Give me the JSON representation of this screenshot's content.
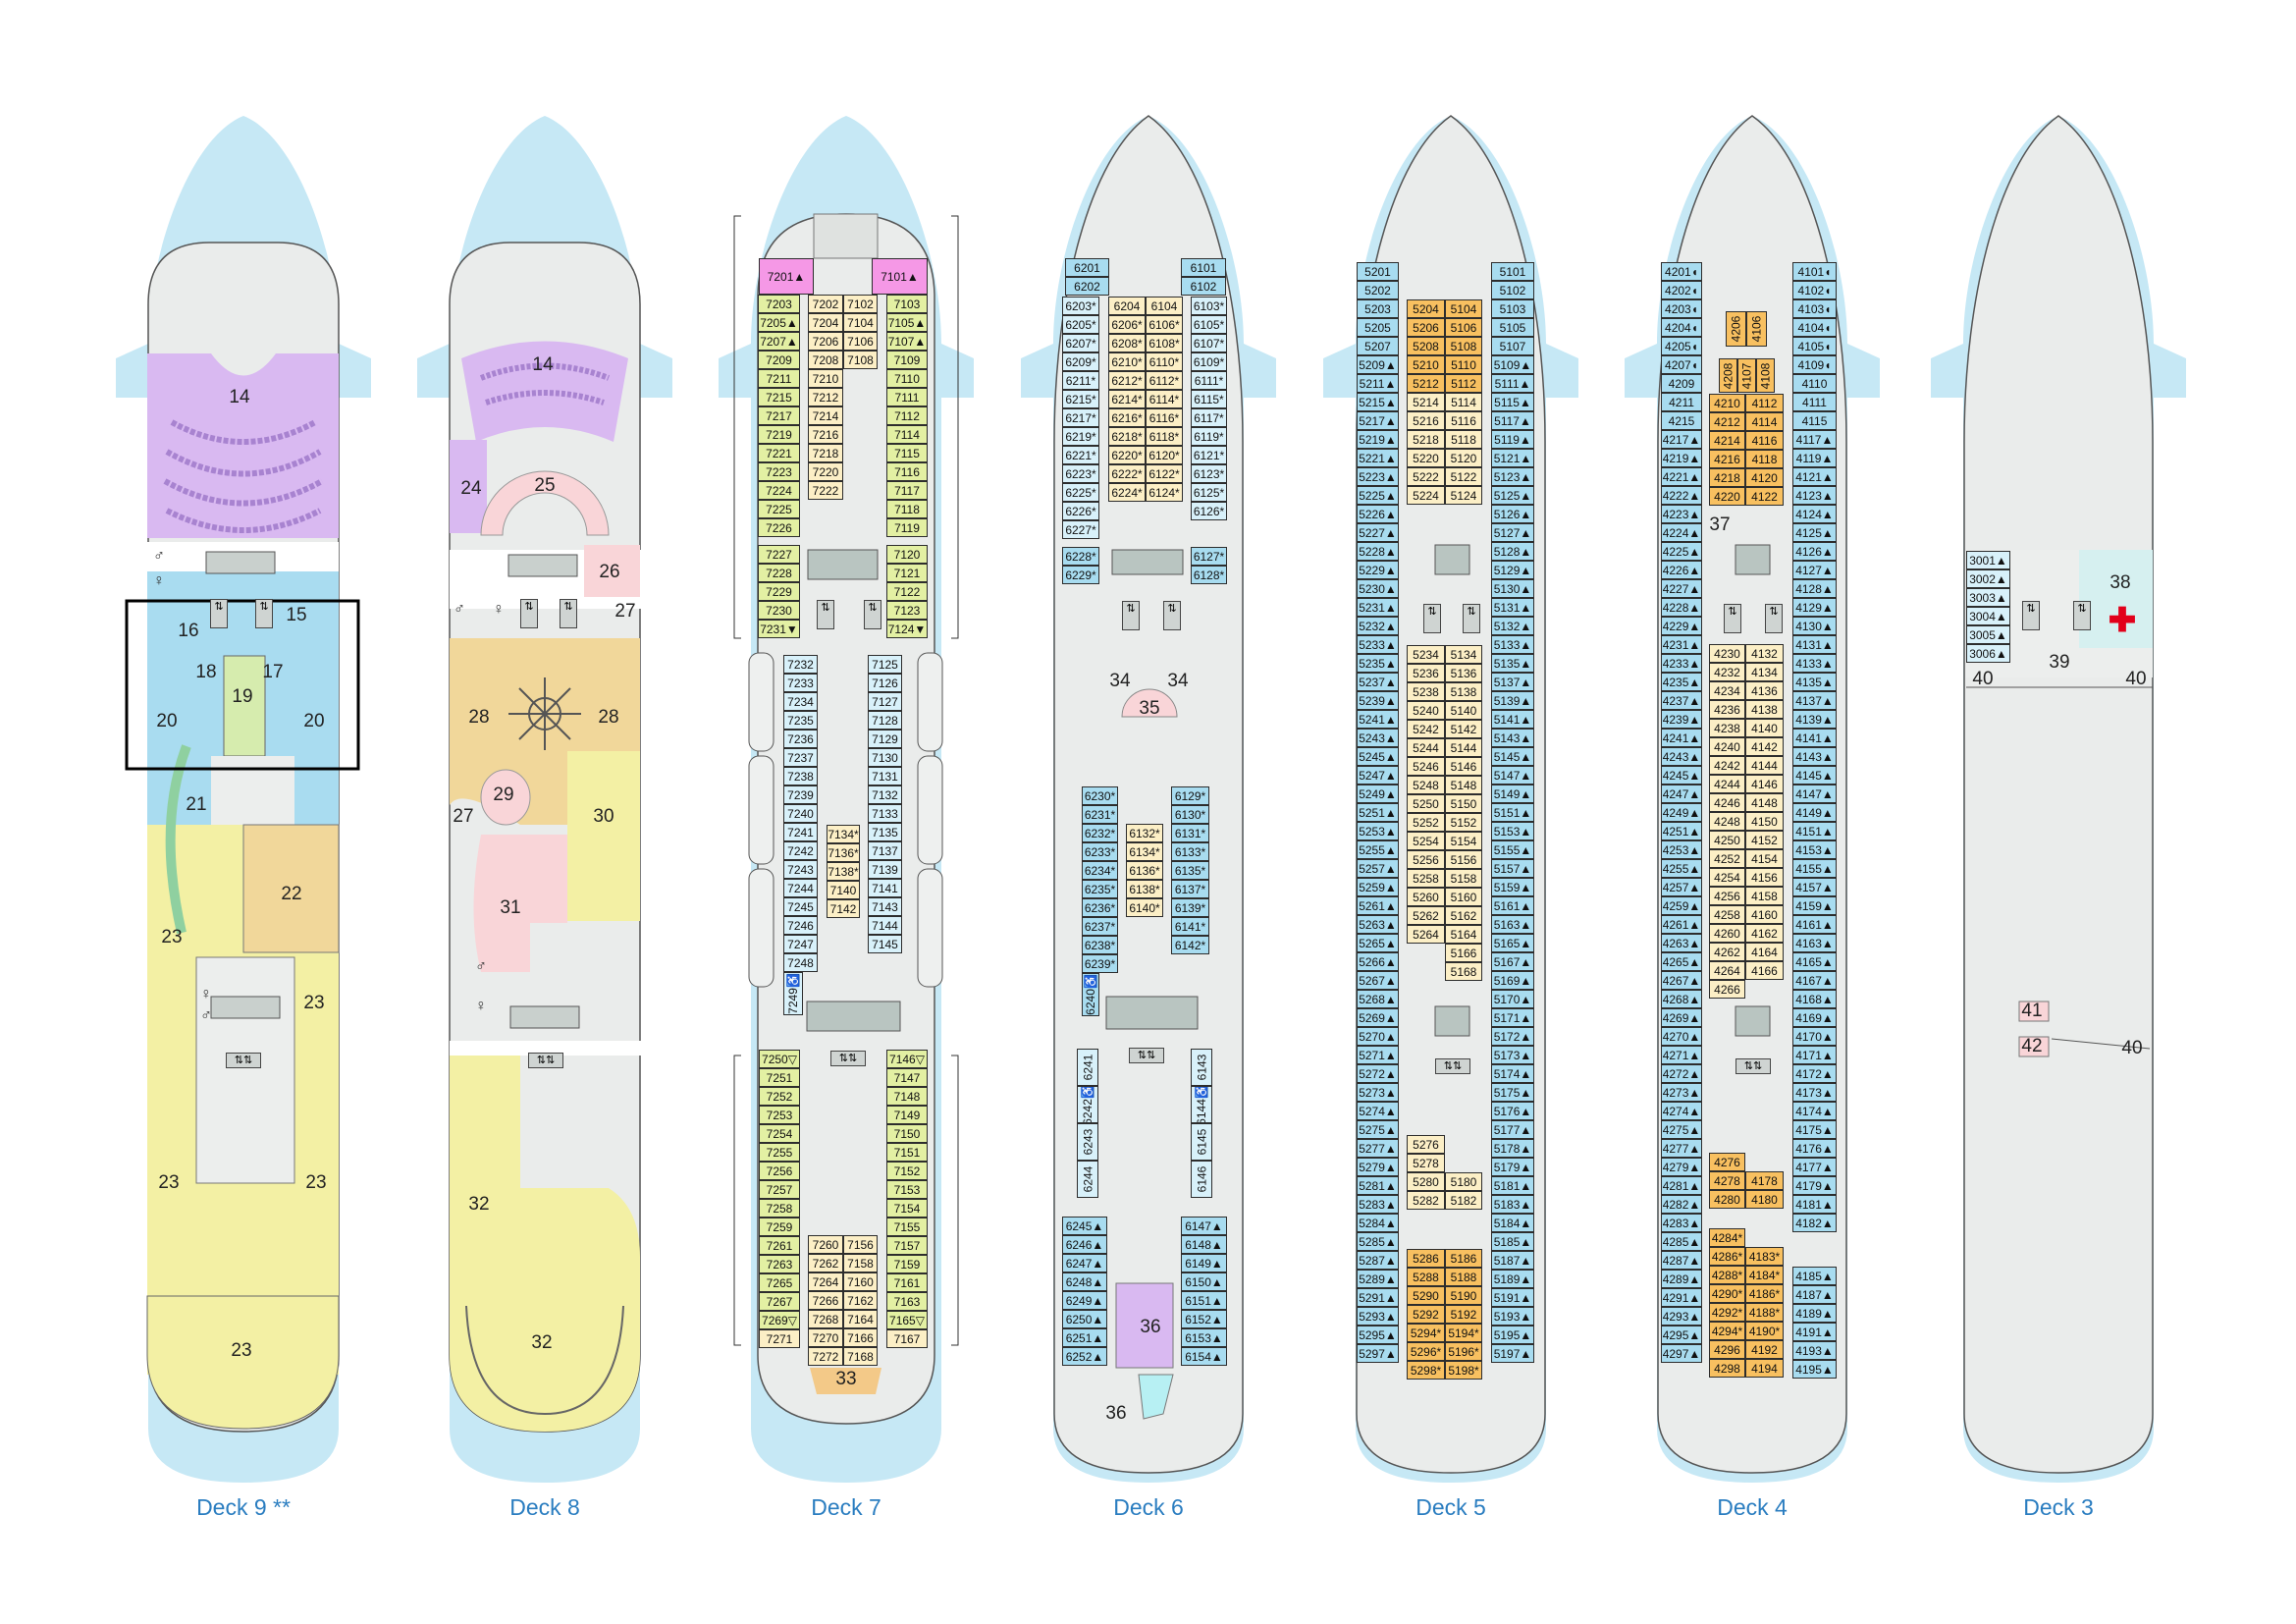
{
  "decks": [
    {
      "id": "d9",
      "label": "Deck 9 **",
      "areas": [
        "14",
        "15",
        "16",
        "17",
        "18",
        "19",
        "20",
        "20",
        "21",
        "22",
        "23",
        "23",
        "23",
        "23",
        "23"
      ]
    },
    {
      "id": "d8",
      "label": "Deck 8",
      "areas": [
        "14",
        "24",
        "25",
        "26",
        "27",
        "28",
        "28",
        "29",
        "27",
        "30",
        "31",
        "32",
        "32"
      ]
    },
    {
      "id": "d7",
      "label": "Deck 7",
      "areas": [
        "33"
      ]
    },
    {
      "id": "d6",
      "label": "Deck 6",
      "areas": [
        "34",
        "34",
        "35",
        "36",
        "36"
      ]
    },
    {
      "id": "d5",
      "label": "Deck 5",
      "areas": []
    },
    {
      "id": "d4",
      "label": "Deck 4",
      "areas": [
        "37"
      ]
    },
    {
      "id": "d3",
      "label": "Deck 3",
      "areas": [
        "38",
        "39",
        "40",
        "40",
        "41",
        "42",
        "40"
      ]
    }
  ],
  "cabins": {
    "d7_pink_p": [
      "7201▲"
    ],
    "d7_pink_s": [
      "7101▲"
    ],
    "d7_port_a1": [
      "7203",
      "7205▲",
      "7207▲",
      "7209",
      "7211",
      "7215",
      "7217",
      "7219",
      "7221",
      "7223",
      "7224",
      "7225",
      "7226"
    ],
    "d7_port_a2": [
      "7227",
      "7228",
      "7229",
      "7230",
      "7231▼"
    ],
    "d7_stbd_a1": [
      "7103",
      "7105▲",
      "7107▲",
      "7109",
      "7110",
      "7111",
      "7112",
      "7114",
      "7115",
      "7116",
      "7117",
      "7118",
      "7119"
    ],
    "d7_stbd_a2": [
      "7120",
      "7121",
      "7122",
      "7123",
      "7124▼"
    ],
    "d7_ctr_al": [
      "7202",
      "7204",
      "7206",
      "7208",
      "7210",
      "7212",
      "7214",
      "7216",
      "7218",
      "7220",
      "7222"
    ],
    "d7_ctr_ar": [
      "7102",
      "7104",
      "7106",
      "7108"
    ],
    "d7_port_b": [
      "7232",
      "7233",
      "7234",
      "7235",
      "7236",
      "7237",
      "7238",
      "7239",
      "7240",
      "7241",
      "7242",
      "7243",
      "7244",
      "7245",
      "7246",
      "7247",
      "7248"
    ],
    "d7_port_bv": [
      "7249♿"
    ],
    "d7_stbd_b": [
      "7125",
      "7126",
      "7127",
      "7128",
      "7129",
      "7130",
      "7131",
      "7132",
      "7133",
      "7135",
      "7137",
      "7139",
      "7141",
      "7143",
      "7144",
      "7145"
    ],
    "d7_ctr_b": [
      "7134*",
      "7136*",
      "7138*",
      "7140",
      "7142"
    ],
    "d7_port_c": [
      "7250▽",
      "7251",
      "7252",
      "7253",
      "7254",
      "7255",
      "7256",
      "7257",
      "7258",
      "7259",
      "7261",
      "7263",
      "7265",
      "7267",
      "7269▽"
    ],
    "d7_port_c2": [
      "7271"
    ],
    "d7_stbd_c": [
      "7146▽",
      "7147",
      "7148",
      "7149",
      "7150",
      "7151",
      "7152",
      "7153",
      "7154",
      "7155",
      "7157",
      "7159",
      "7161",
      "7163",
      "7165▽"
    ],
    "d7_stbd_c2": [
      "7167"
    ],
    "d7_ctr_cl": [
      "7260",
      "7262",
      "7264",
      "7266",
      "7268",
      "7270",
      "7272"
    ],
    "d7_ctr_cr": [
      "7156",
      "7158",
      "7160",
      "7162",
      "7164",
      "7166",
      "7168"
    ],
    "d6_top_p": [
      "6201",
      "6202"
    ],
    "d6_top_s": [
      "6101",
      "6102"
    ],
    "d6_port_a1": [
      "6203*",
      "6205*",
      "6207*",
      "6209*",
      "6211*",
      "6215*",
      "6217*",
      "6219*",
      "6221*",
      "6223*",
      "6225*",
      "6226*",
      "6227*"
    ],
    "d6_port_a2": [
      "6228*",
      "6229*"
    ],
    "d6_stbd_a1": [
      "6103*",
      "6105*",
      "6107*",
      "6109*",
      "6111*",
      "6115*",
      "6117*",
      "6119*",
      "6121*",
      "6123*",
      "6125*",
      "6126*"
    ],
    "d6_stbd_a2": [
      "6127*",
      "6128*"
    ],
    "d6_ctr_al": [
      "6204",
      "6206*",
      "6208*",
      "6210*",
      "6212*",
      "6214*",
      "6216*",
      "6218*",
      "6220*",
      "6222*",
      "6224*"
    ],
    "d6_ctr_ar": [
      "6104",
      "6106*",
      "6108*",
      "6110*",
      "6112*",
      "6114*",
      "6116*",
      "6118*",
      "6120*",
      "6122*",
      "6124*"
    ],
    "d6_port_b": [
      "6230*",
      "6231*",
      "6232*",
      "6233*",
      "6234*",
      "6235*",
      "6236*",
      "6237*",
      "6238*",
      "6239*"
    ],
    "d6_port_bv": [
      "6240♿"
    ],
    "d6_stbd_b": [
      "6129*",
      "6130*",
      "6131*",
      "6133*",
      "6135*",
      "6137*",
      "6139*",
      "6141*",
      "6142*"
    ],
    "d6_ctr_b": [
      "6132*",
      "6134*",
      "6136*",
      "6138*",
      "6140*"
    ],
    "d6_port_cv": [
      "6241",
      "6242♿",
      "6243",
      "6244"
    ],
    "d6_stbd_cv": [
      "6143",
      "6144♿",
      "6145",
      "6146"
    ],
    "d6_port_d": [
      "6245▲",
      "6246▲",
      "6247▲",
      "6248▲",
      "6249▲",
      "6250▲",
      "6251▲",
      "6252▲"
    ],
    "d6_stbd_d": [
      "6147▲",
      "6148▲",
      "6149▲",
      "6150▲",
      "6151▲",
      "6152▲",
      "6153▲",
      "6154▲"
    ],
    "d5_port": [
      "5201",
      "5202",
      "5203",
      "5205",
      "5207",
      "5209▲",
      "5211▲",
      "5215▲",
      "5217▲",
      "5219▲",
      "5221▲",
      "5223▲",
      "5225▲",
      "5226▲",
      "5227▲",
      "5228▲",
      "5229▲",
      "5230▲",
      "5231▲",
      "5232▲",
      "5233▲",
      "5235▲",
      "5237▲",
      "5239▲",
      "5241▲",
      "5243▲",
      "5245▲",
      "5247▲",
      "5249▲",
      "5251▲",
      "5253▲",
      "5255▲",
      "5257▲",
      "5259▲",
      "5261▲",
      "5263▲",
      "5265▲",
      "5266▲",
      "5267▲",
      "5268▲",
      "5269▲",
      "5270▲",
      "5271▲",
      "5272▲",
      "5273▲",
      "5274▲",
      "5275▲",
      "5277▲",
      "5279▲",
      "5281▲",
      "5283▲",
      "5284▲",
      "5285▲",
      "5287▲",
      "5289▲",
      "5291▲",
      "5293▲",
      "5295▲",
      "5297▲"
    ],
    "d5_stbd": [
      "5101",
      "5102",
      "5103",
      "5105",
      "5107",
      "5109▲",
      "5111▲",
      "5115▲",
      "5117▲",
      "5119▲",
      "5121▲",
      "5123▲",
      "5125▲",
      "5126▲",
      "5127▲",
      "5128▲",
      "5129▲",
      "5130▲",
      "5131▲",
      "5132▲",
      "5133▲",
      "5135▲",
      "5137▲",
      "5139▲",
      "5141▲",
      "5143▲",
      "5145▲",
      "5147▲",
      "5149▲",
      "5151▲",
      "5153▲",
      "5155▲",
      "5157▲",
      "5159▲",
      "5161▲",
      "5163▲",
      "5165▲",
      "5167▲",
      "5169▲",
      "5170▲",
      "5171▲",
      "5172▲",
      "5173▲",
      "5174▲",
      "5175▲",
      "5176▲",
      "5177▲",
      "5178▲",
      "5179▲",
      "5181▲",
      "5183▲",
      "5184▲",
      "5185▲",
      "5187▲",
      "5189▲",
      "5191▲",
      "5193▲",
      "5195▲",
      "5197▲"
    ],
    "d5_ctr_al_o": [
      "5204",
      "5206",
      "5208",
      "5210",
      "5212"
    ],
    "d5_ctr_ar_o": [
      "5104",
      "5106",
      "5108",
      "5110",
      "5112"
    ],
    "d5_ctr_al_c": [
      "5214",
      "5216",
      "5218",
      "5220",
      "5222",
      "5224"
    ],
    "d5_ctr_ar_c": [
      "5114",
      "5116",
      "5118",
      "5120",
      "5122",
      "5124"
    ],
    "d5_ctr_bl": [
      "5234",
      "5236",
      "5238",
      "5240",
      "5242",
      "5244",
      "5246",
      "5248",
      "5250",
      "5252",
      "5254",
      "5256",
      "5258",
      "5260",
      "5262",
      "5264"
    ],
    "d5_ctr_br": [
      "5134",
      "5136",
      "5138",
      "5140",
      "5142",
      "5144",
      "5146",
      "5148",
      "5150",
      "5152",
      "5154",
      "5156",
      "5158",
      "5160",
      "5162",
      "5164",
      "5166",
      "5168"
    ],
    "d5_ctr_cl": [
      "5276",
      "5278",
      "5280",
      "5282"
    ],
    "d5_ctr_cr": [
      "5180",
      "5182"
    ],
    "d5_ctr_dl": [
      "5286",
      "5288",
      "5290",
      "5292",
      "5294*",
      "5296*",
      "5298*"
    ],
    "d5_ctr_dr": [
      "5186",
      "5188",
      "5190",
      "5192",
      "5194*",
      "5196*",
      "5198*"
    ],
    "d4_port": [
      "4201◖",
      "4202◖",
      "4203◖",
      "4204◖",
      "4205◖",
      "4207◖",
      "4209",
      "4211",
      "4215",
      "4217▲",
      "4219▲",
      "4221▲",
      "4222▲",
      "4223▲",
      "4224▲",
      "4225▲",
      "4226▲",
      "4227▲",
      "4228▲",
      "4229▲",
      "4231▲",
      "4233▲",
      "4235▲",
      "4237▲",
      "4239▲",
      "4241▲",
      "4243▲",
      "4245▲",
      "4247▲",
      "4249▲",
      "4251▲",
      "4253▲",
      "4255▲",
      "4257▲",
      "4259▲",
      "4261▲",
      "4263▲",
      "4265▲",
      "4267▲",
      "4268▲",
      "4269▲",
      "4270▲",
      "4271▲",
      "4272▲",
      "4273▲",
      "4274▲",
      "4275▲",
      "4277▲",
      "4279▲",
      "4281▲",
      "4282▲",
      "4283▲",
      "4285▲",
      "4287▲",
      "4289▲",
      "4291▲",
      "4293▲",
      "4295▲",
      "4297▲"
    ],
    "d4_stbd": [
      "4101◖",
      "4102◖",
      "4103◖",
      "4104◖",
      "4105◖",
      "4109◖",
      "4110",
      "4111",
      "4115",
      "4117▲",
      "4119▲",
      "4121▲",
      "4123▲",
      "4124▲",
      "4125▲",
      "4126▲",
      "4127▲",
      "4128▲",
      "4129▲",
      "4130▲",
      "4131▲",
      "4133▲",
      "4135▲",
      "4137▲",
      "4139▲",
      "4141▲",
      "4143▲",
      "4145▲",
      "4147▲",
      "4149▲",
      "4151▲",
      "4153▲",
      "4155▲",
      "4157▲",
      "4159▲",
      "4161▲",
      "4163▲",
      "4165▲",
      "4167▲",
      "4168▲",
      "4169▲",
      "4170▲",
      "4171▲",
      "4172▲",
      "4173▲",
      "4174▲",
      "4175▲",
      "4176▲",
      "4177▲",
      "4179▲",
      "4181▲",
      "4182▲"
    ],
    "d4_stbd2": [
      "4185▲",
      "4187▲",
      "4189▲",
      "4191▲",
      "4193▲",
      "4195▲"
    ],
    "d4_v1": [
      "4206",
      "4106"
    ],
    "d4_v2": [
      "4208",
      "4107",
      "4108"
    ],
    "d4_ctr_al": [
      "4210",
      "4212",
      "4214",
      "4216",
      "4218",
      "4220"
    ],
    "d4_ctr_ar": [
      "4112",
      "4114",
      "4116",
      "4118",
      "4120",
      "4122"
    ],
    "d4_ctr_bl": [
      "4230",
      "4232",
      "4234",
      "4236",
      "4238",
      "4240",
      "4242",
      "4244",
      "4246",
      "4248",
      "4250",
      "4252",
      "4254",
      "4256",
      "4258",
      "4260",
      "4262",
      "4264",
      "4266"
    ],
    "d4_ctr_br": [
      "4132",
      "4134",
      "4136",
      "4138",
      "4140",
      "4142",
      "4144",
      "4146",
      "4148",
      "4150",
      "4152",
      "4154",
      "4156",
      "4158",
      "4160",
      "4162",
      "4164",
      "4166"
    ],
    "d4_ctr_cl": [
      "4276",
      "4278",
      "4280"
    ],
    "d4_ctr_cr": [
      "4178",
      "4180"
    ],
    "d4_ctr_dl": [
      "4284*",
      "4286*",
      "4288*",
      "4290*",
      "4292*",
      "4294*",
      "4296",
      "4298"
    ],
    "d4_ctr_dr": [
      "4183*",
      "4184*",
      "4186*",
      "4188*",
      "4190*",
      "4192",
      "4194"
    ],
    "d3_port": [
      "3001▲",
      "3002▲",
      "3003▲",
      "3004▲",
      "3005▲",
      "3006▲"
    ]
  }
}
